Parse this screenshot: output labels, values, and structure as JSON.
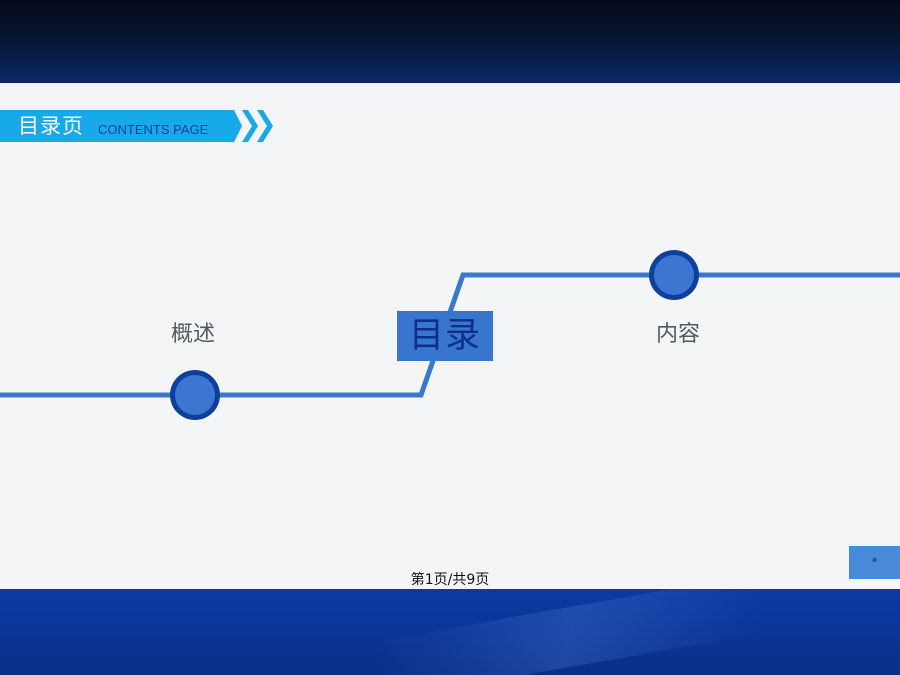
{
  "header": {
    "title_cn": "目录页",
    "title_en": "CONTENTS PAGE",
    "chevron_icon": "double-chevron-right-icon"
  },
  "timeline": {
    "left_node_label": "概述",
    "center_label": "目录",
    "right_node_label": "内容"
  },
  "corner_box": {
    "text": "*"
  },
  "footer": {
    "page_number": "第1页/共9页"
  },
  "colors": {
    "accent_line": "#3a78cc",
    "node_outer": "#0d3f9c",
    "node_inner": "#3d76d0",
    "banner": "#18a9ea",
    "top_band": "#061530",
    "bottom_band": "#0a3aa2"
  }
}
